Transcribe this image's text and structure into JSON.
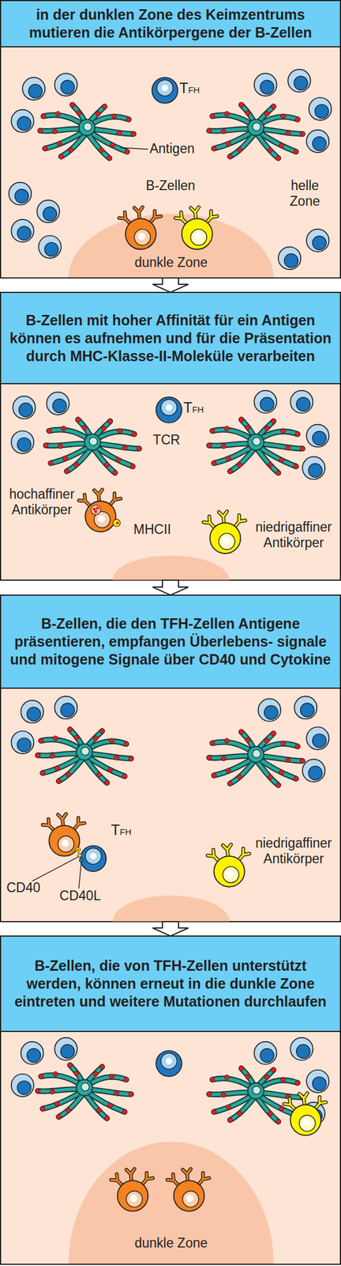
{
  "diagram": {
    "nodes": [
      {
        "text": [
          "in der dunklen Zone des Keimzentrums mutieren die Antikörpergene der B-Zellen"
        ]
      },
      {
        "text": [
          "dunkle Zone"
        ],
        "in": 0
      },
      {
        "text": [
          "B-Zellen mit hoher Affinität für ein Antigen können es aufnehmen und für die Präsentation durch MHC-Klasse-II-Moleküle verarbeiten"
        ]
      },
      {
        "text": [
          "B-Zellen, die den TFH-Zellen Antigene präsentieren, empfangen Überlebens- signale und mitogene Signale über CD40 und Cytokine"
        ]
      },
      {
        "text": [
          "B-Zellen, die von TFH-Zellen unterstützt werden, können erneut in die dunkle Zone eintreten und weitere Mutationen durchlaufen"
        ]
      },
      {
        "text": [
          "dunkle Zone"
        ],
        "in": 4
      }
    ],
    "edges": [
      {
        "from": 0,
        "to": 2,
        "arrow": "to"
      },
      {
        "from": 2,
        "to": 3,
        "arrow": "to"
      },
      {
        "from": 3,
        "to": 4,
        "arrow": "to"
      }
    ],
    "labels": [
      "TFH",
      "Antigen",
      "B-Zellen",
      "helle Zone",
      "TFH",
      "TCR",
      "hochaffiner Antikörper",
      "MHCII",
      "niedrigaffiner Antikörper",
      "TFH",
      "niedrigaffiner Antikörper",
      "CD40",
      "CD40L"
    ]
  }
}
